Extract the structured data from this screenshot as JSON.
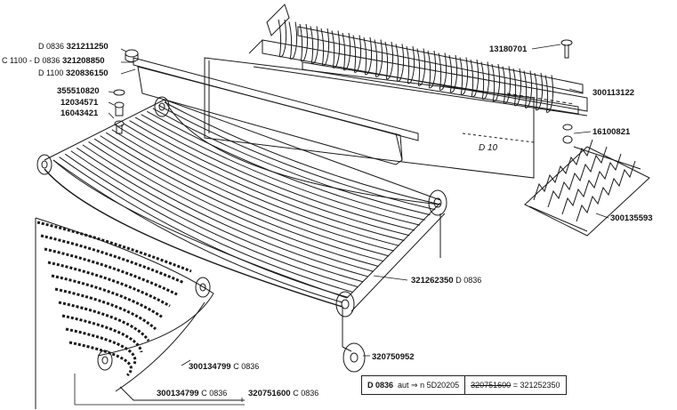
{
  "callouts": {
    "c1": {
      "code": "D 0836",
      "part": "321211250"
    },
    "c2": {
      "code": "C 1100 - D 0836",
      "part": "321208850"
    },
    "c3": {
      "code": "D 1100",
      "part": "320836150"
    },
    "c4": {
      "part": "355510820"
    },
    "c5": {
      "part": "12034571"
    },
    "c6": {
      "part": "16043421"
    },
    "c7": {
      "part": "13180701"
    },
    "c8": {
      "part": "300113122"
    },
    "c9": {
      "part": "16100821"
    },
    "c10": {
      "part": "300135593"
    },
    "c11": {
      "part": "321262350",
      "code": "D 0836"
    },
    "c12": {
      "part": "320750952"
    },
    "c13": {
      "part": "300134799",
      "code": "C 0836"
    },
    "c14": {
      "part": "300134799",
      "code": "C 0836"
    },
    "c15": {
      "part": "320751600",
      "code": "C 0836"
    }
  },
  "view_label": "D 10",
  "note": {
    "model": "D 0836",
    "condition": "aut ⇒ n 5D20205",
    "old_part": "320751600",
    "equals": "=",
    "new_part": "321252350"
  }
}
